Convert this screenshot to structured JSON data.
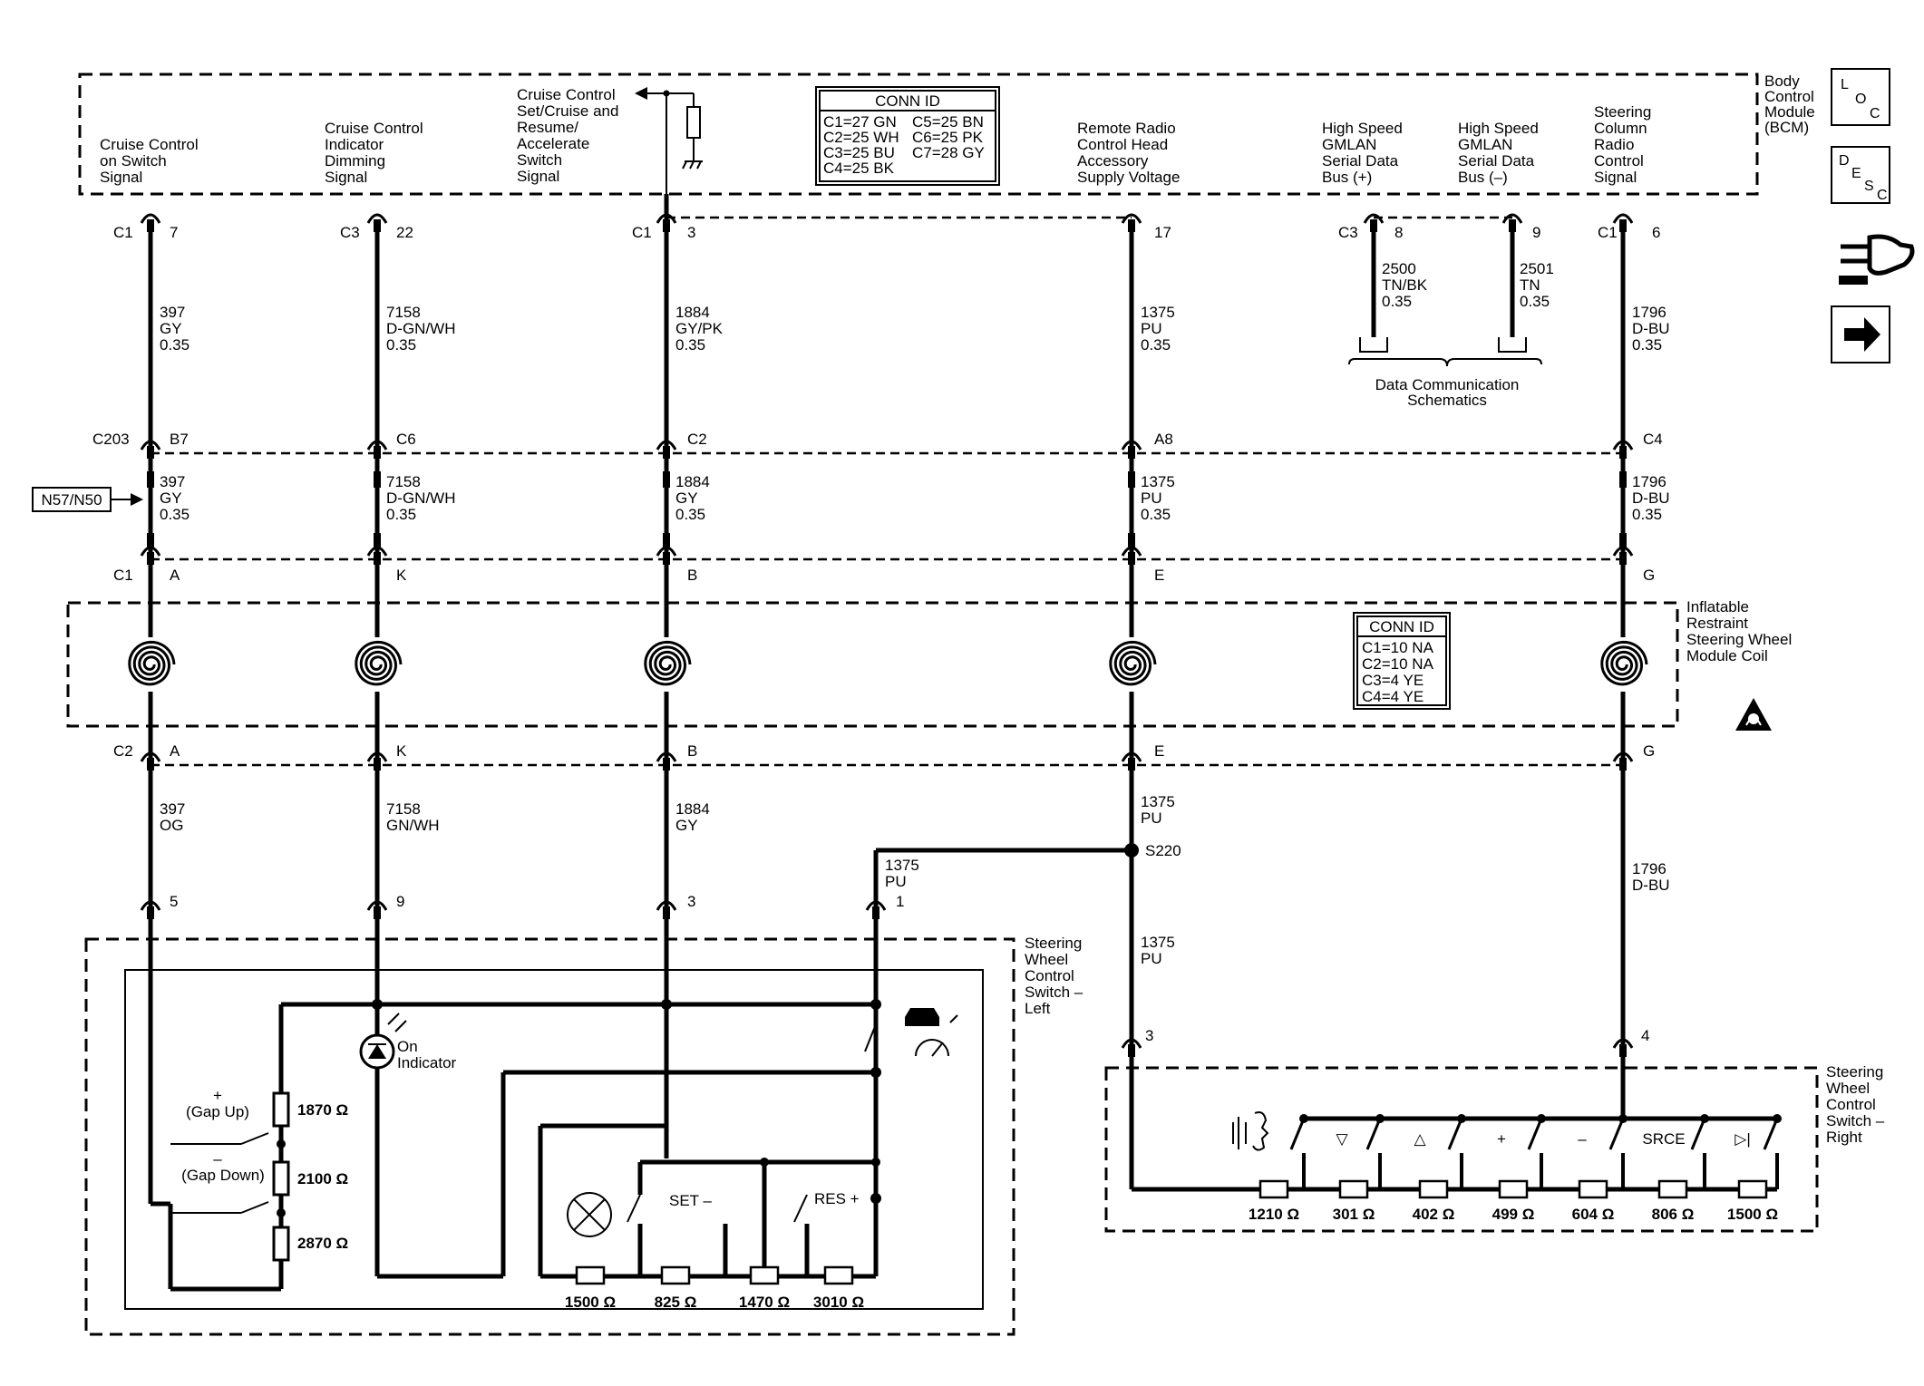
{
  "bcm": {
    "title_lines": [
      "Body",
      "Control",
      "Module",
      "(BCM)"
    ],
    "signals": [
      {
        "lines": [
          "Cruise Control",
          "on Switch",
          "Signal"
        ]
      },
      {
        "lines": [
          "Cruise Control",
          "Indicator",
          "Dimming",
          "Signal"
        ]
      },
      {
        "lines": [
          "Cruise Control",
          "Set/Cruise and",
          "Resume/",
          "Accelerate",
          "Switch",
          "Signal"
        ]
      },
      {
        "lines": [
          "Remote Radio",
          "Control Head",
          "Accessory",
          "Supply Voltage"
        ]
      },
      {
        "lines": [
          "High Speed",
          "GMLAN",
          "Serial Data",
          "Bus (+)"
        ]
      },
      {
        "lines": [
          "High Speed",
          "GMLAN",
          "Serial Data",
          "Bus (–)"
        ]
      },
      {
        "lines": [
          "Steering",
          "Column",
          "Radio",
          "Control",
          "Signal"
        ]
      }
    ],
    "conn_id_title": "CONN ID",
    "conn_id_left": [
      "C1=27 GN",
      "C2=25 WH",
      "C3=25 BU",
      "C4=25 BK"
    ],
    "conn_id_right": [
      "C5=25 BN",
      "C6=25 PK",
      "C7=28 GY"
    ]
  },
  "side_icons": [
    {
      "name": "loc-icon",
      "letters": [
        "L",
        "O",
        "C"
      ]
    },
    {
      "name": "desc-icon",
      "letters": [
        "D",
        "E",
        "S",
        "C"
      ]
    }
  ],
  "pins_top": [
    {
      "conn": "C1",
      "pin": "7"
    },
    {
      "conn": "C3",
      "pin": "22"
    },
    {
      "conn": "C1",
      "pin": "3"
    },
    {
      "conn": "",
      "pin": "17"
    },
    {
      "conn": "C3",
      "pin": "8"
    },
    {
      "conn": "",
      "pin": "9"
    },
    {
      "conn": "C1",
      "pin": "6"
    }
  ],
  "wires_upper": [
    {
      "lines": [
        "397",
        "GY",
        "0.35"
      ]
    },
    {
      "lines": [
        "7158",
        "D-GN/WH",
        "0.35"
      ]
    },
    {
      "lines": [
        "1884",
        "GY/PK",
        "0.35"
      ]
    },
    {
      "lines": [
        "1375",
        "PU",
        "0.35"
      ]
    },
    {
      "lines": [
        "2500",
        "TN/BK",
        "0.35"
      ]
    },
    {
      "lines": [
        "2501",
        "TN",
        "0.35"
      ]
    },
    {
      "lines": [
        "1796",
        "D-BU",
        "0.35"
      ]
    }
  ],
  "data_comm_label": [
    "Data Communication",
    "Schematics"
  ],
  "c203": {
    "name": "C203",
    "pins": [
      "B7",
      "C6",
      "C2",
      "A8",
      "C4"
    ]
  },
  "n57_label": "N57/N50",
  "wires_mid": [
    {
      "lines": [
        "397",
        "GY",
        "0.35"
      ]
    },
    {
      "lines": [
        "7158",
        "D-GN/WH",
        "0.35"
      ]
    },
    {
      "lines": [
        "1884",
        "GY",
        "0.35"
      ]
    },
    {
      "lines": [
        "1375",
        "PU",
        "0.35"
      ]
    },
    {
      "lines": [
        "1796",
        "D-BU",
        "0.35"
      ]
    }
  ],
  "coil": {
    "c1_label": "C1",
    "c2_label": "C2",
    "pins": [
      "A",
      "K",
      "B",
      "E",
      "G"
    ],
    "title_lines": [
      "Inflatable",
      "Restraint",
      "Steering Wheel",
      "Module Coil"
    ],
    "conn_id_title": "CONN ID",
    "conn_id": [
      "C1=10 NA",
      "C2=10 NA",
      "C3=4 YE",
      "C4=4 YE"
    ]
  },
  "wires_lower": [
    {
      "lines": [
        "397",
        "OG"
      ]
    },
    {
      "lines": [
        "7158",
        "GN/WH"
      ]
    },
    {
      "lines": [
        "1884",
        "GY"
      ]
    },
    {
      "lines": [
        "1375",
        "PU"
      ]
    },
    {
      "lines": [
        "1796",
        "D-BU"
      ]
    }
  ],
  "splice": {
    "name": "S220",
    "wire": [
      "1375",
      "PU"
    ],
    "wire_down": [
      "1375",
      "PU"
    ]
  },
  "left_switch": {
    "title_lines": [
      "Steering",
      "Wheel",
      "Control",
      "Switch –",
      "Left"
    ],
    "pins": [
      "5",
      "9",
      "3",
      "1"
    ],
    "gap_up_lines": [
      "+",
      "(Gap Up)"
    ],
    "gap_down_lines": [
      "–",
      "(Gap Down)"
    ],
    "resistors_vertical": [
      "1870 Ω",
      "2100 Ω",
      "2870 Ω"
    ],
    "indicator_lines": [
      "On",
      "Indicator"
    ],
    "set_label": "SET –",
    "res_label": "RES +",
    "resistors_bottom": [
      "1500 Ω",
      "825 Ω",
      "1470 Ω",
      "3010 Ω"
    ]
  },
  "right_switch": {
    "title_lines": [
      "Steering",
      "Wheel",
      "Control",
      "Switch –",
      "Right"
    ],
    "pins": [
      "3",
      "4"
    ],
    "buttons": [
      "▽",
      "△",
      "+",
      "–",
      "SRCE",
      "▷|"
    ],
    "resistors": [
      "1210 Ω",
      "301 Ω",
      "402 Ω",
      "499 Ω",
      "604 Ω",
      "806 Ω",
      "1500 Ω"
    ]
  }
}
